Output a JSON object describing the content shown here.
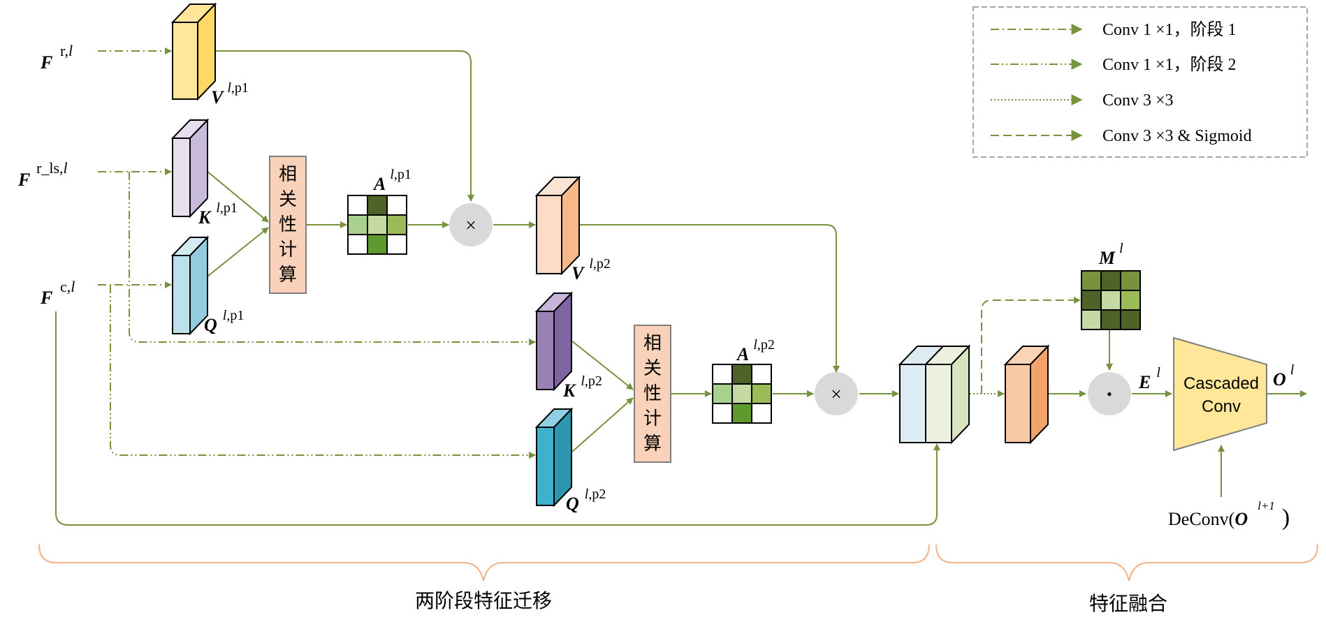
{
  "inputs": {
    "fr": {
      "main": "F",
      "sup": "r,",
      "sup_it": "l"
    },
    "frls": {
      "main": "F",
      "sup": "r_ls,",
      "sup_it": "l"
    },
    "fc": {
      "main": "F",
      "sup": "c,",
      "sup_it": "l"
    }
  },
  "tensors": {
    "v1": {
      "main": "V",
      "sup_it": "l",
      "sup": ",p1"
    },
    "k1": {
      "main": "K",
      "sup_it": "l",
      "sup": ",p1"
    },
    "q1": {
      "main": "Q",
      "sup_it": "l",
      "sup": ",p1"
    },
    "a1": {
      "main": "A",
      "sup_it": "l",
      "sup": ",p1"
    },
    "v2": {
      "main": "V",
      "sup_it": "l",
      "sup": ",p2"
    },
    "k2": {
      "main": "K",
      "sup_it": "l",
      "sup": ",p2"
    },
    "q2": {
      "main": "Q",
      "sup_it": "l",
      "sup": ",p2"
    },
    "a2": {
      "main": "A",
      "sup_it": "l",
      "sup": ",p2"
    },
    "m": {
      "main": "M",
      "sup_it": "l"
    },
    "e": {
      "main": "E",
      "sup_it": "l"
    },
    "o": {
      "main": "O",
      "sup_it": "l"
    }
  },
  "correlation": [
    "相",
    "关",
    "性",
    "计",
    "算"
  ],
  "ops": {
    "multiply": "×",
    "dot": "•"
  },
  "cascaded": {
    "line1": "Cascaded",
    "line2": "Conv"
  },
  "deconv": {
    "prefix": "DeConv(",
    "main": "O",
    "sup": "l+1",
    "suffix": ")"
  },
  "legend": [
    {
      "label": "Conv 1 ×1，阶段 1",
      "style": "dash-dot"
    },
    {
      "label": "Conv 1 ×1，阶段 2",
      "style": "dash-dot-dot"
    },
    {
      "label": "Conv 3 ×3",
      "style": "dotted"
    },
    {
      "label": "Conv 3 ×3 & Sigmoid",
      "style": "dashed"
    }
  ],
  "sections": {
    "transfer": "两阶段特征迁移",
    "fusion": "特征融合"
  },
  "colors": {
    "line": "#76923C",
    "yellow": "#FFE699",
    "lavender": "#DDD5E8",
    "lightblue": "#B9DFEA",
    "peach": "#FAD7BC",
    "purple": "#9B7FB0",
    "teal": "#3BAFC8",
    "orange": "#F7BE94",
    "corr_box": "#FAD2BA",
    "gray_circle": "#D9D9D9",
    "brace": "#F4B183",
    "cascaded": "#FFE699"
  }
}
